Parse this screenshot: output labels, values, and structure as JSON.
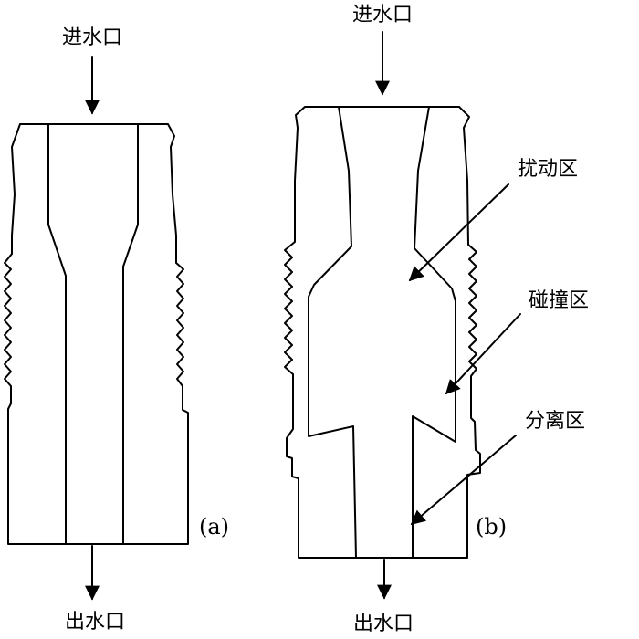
{
  "diagram": {
    "a": {
      "inlet_label": "进水口",
      "outlet_label": "出水口",
      "tag": "(a)"
    },
    "b": {
      "inlet_label": "进水口",
      "outlet_label": "出水口",
      "tag": "(b)",
      "zones": {
        "disturbance": "扰动区",
        "collision": "碰撞区",
        "separation": "分离区"
      }
    }
  }
}
